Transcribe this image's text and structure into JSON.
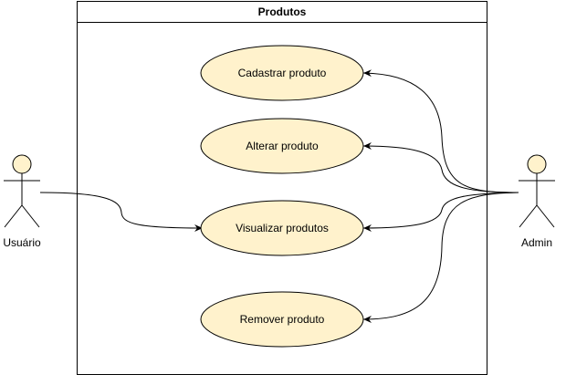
{
  "diagram": {
    "system": {
      "title": "Produtos"
    },
    "actors": [
      {
        "id": "usuario",
        "label": "Usuário"
      },
      {
        "id": "admin",
        "label": "Admin"
      }
    ],
    "use_cases": [
      {
        "id": "cadastrar",
        "label": "Cadastrar produto"
      },
      {
        "id": "alterar",
        "label": "Alterar produto"
      },
      {
        "id": "visualizar",
        "label": "Visualizar produtos"
      },
      {
        "id": "remover",
        "label": "Remover produto"
      }
    ],
    "colors": {
      "actor_fill": "#fff2cc",
      "use_case_fill": "#fff2cc",
      "stroke": "#000000"
    }
  }
}
